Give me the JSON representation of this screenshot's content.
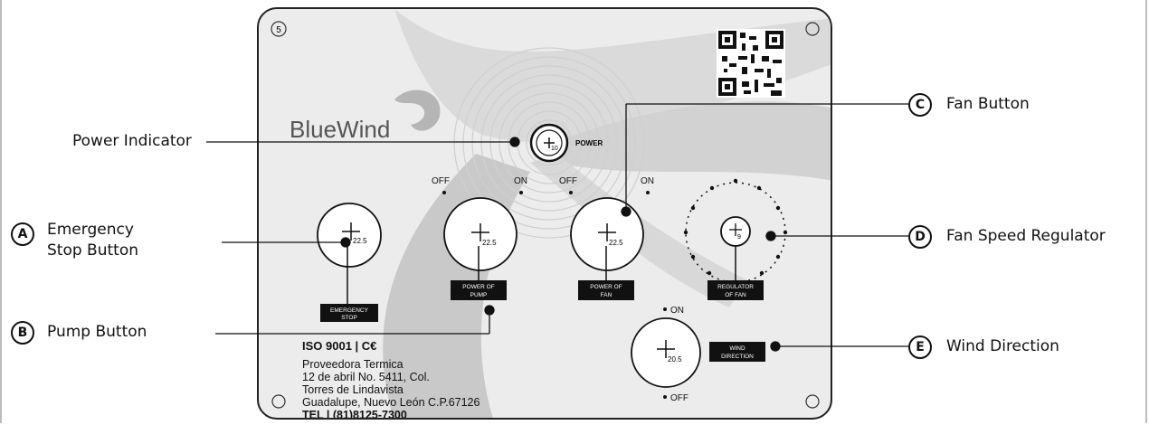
{
  "panel": {
    "number": "5",
    "brand": "BlueWind",
    "power_label": "POWER",
    "power_value": "10",
    "switch_labels": {
      "off1": "OFF",
      "on1": "ON",
      "off2": "OFF",
      "on2": "ON",
      "on3": "ON",
      "off3": "OFF"
    },
    "emergency": {
      "value": "22.5",
      "label_line1": "EMERGENCY",
      "label_line2": "STOP"
    },
    "pump": {
      "value": "22.5",
      "label_line1": "POWER OF",
      "label_line2": "PUMP"
    },
    "fan": {
      "value": "22.5",
      "label_line1": "POWER OF",
      "label_line2": "FAN"
    },
    "regulator": {
      "value": "9",
      "label_line1": "REGULATOR",
      "label_line2": "OF FAN"
    },
    "wind": {
      "value": "20.5",
      "label_line1": "WIND",
      "label_line2": "DIRECTION"
    },
    "iso": "ISO 9001 | C€",
    "address": [
      "Proveedora Termica",
      "12 de abril No. 5411, Col.",
      "Torres de Lindavista",
      "Guadalupe, Nuevo León C.P.67126"
    ],
    "phone": "TEL | (81)8125-7300"
  },
  "callouts": {
    "power_indicator": "Power Indicator",
    "emergency_line1": "Emergency",
    "emergency_line2": "Stop Button",
    "pump_button": "Pump Button",
    "fan_button": "Fan Button",
    "fan_speed_regulator": "Fan Speed Regulator",
    "wind_direction": "Wind Direction"
  },
  "letters": {
    "a": "A",
    "b": "B",
    "c": "C",
    "d": "D",
    "e": "E"
  }
}
